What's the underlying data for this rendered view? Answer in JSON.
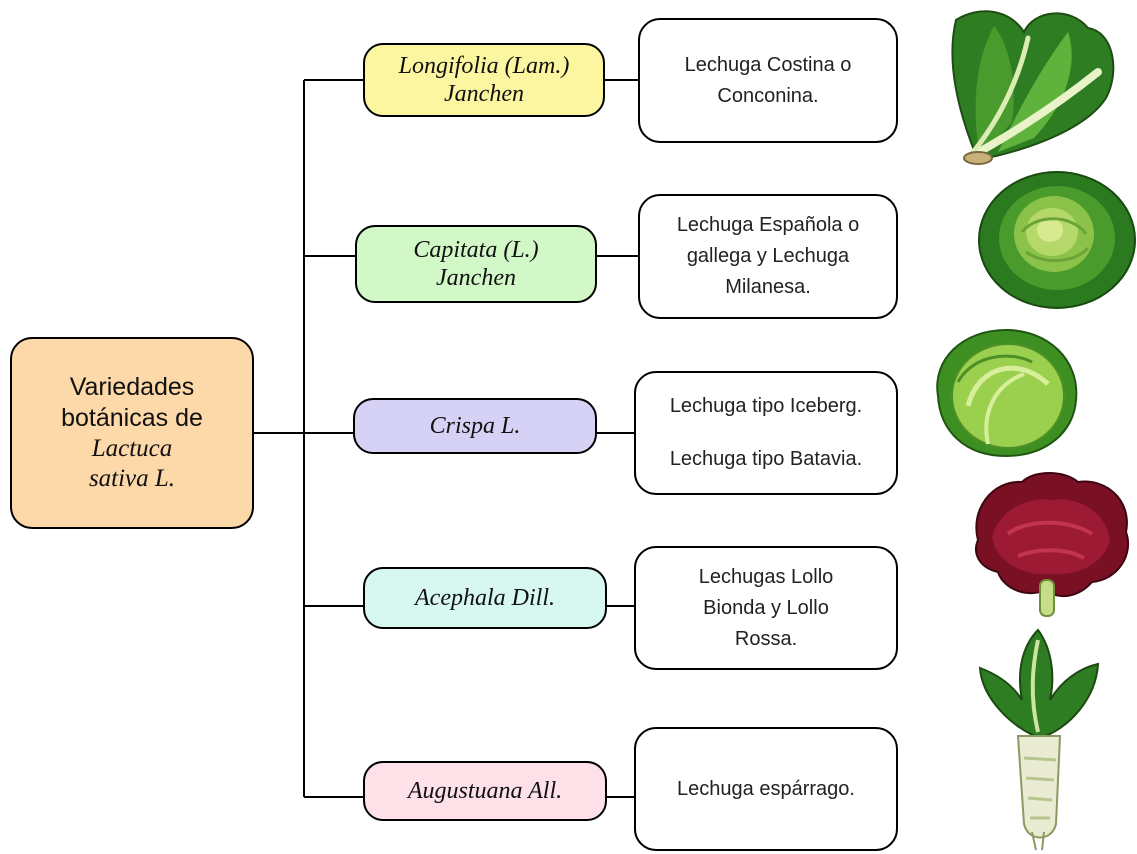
{
  "root": {
    "line1": "Variedades",
    "line2": "botánicas de",
    "line3": "Lactuca",
    "line4": "sativa L.",
    "color": "#fdd8a8"
  },
  "varieties": [
    {
      "name": "Longifolia (Lam.)\nJanchen",
      "color": "#fcf6a1",
      "description": "Lechuga Costina o\nConconina.",
      "icon": "romaine-lettuce-icon"
    },
    {
      "name": "Capitata (L.)\nJanchen",
      "color": "#d3f8c8",
      "description": "Lechuga Española o\ngallega y Lechuga\nMilanesa.",
      "icon": "butterhead-lettuce-icon"
    },
    {
      "name": "Crispa L.",
      "color": "#d6d2f6",
      "description_lines": [
        "Lechuga tipo Iceberg.",
        "Lechuga tipo Batavia."
      ],
      "icon": "iceberg-lettuce-icon"
    },
    {
      "name": "Acephala Dill.",
      "color": "#d6f8f1",
      "description": "Lechugas Lollo\nBionda y Lollo\nRossa.",
      "icon": "lollo-rosso-lettuce-icon"
    },
    {
      "name": "Augustuana All.",
      "color": "#fde0e8",
      "description": "Lechuga espárrago.",
      "icon": "celtuce-icon"
    }
  ]
}
